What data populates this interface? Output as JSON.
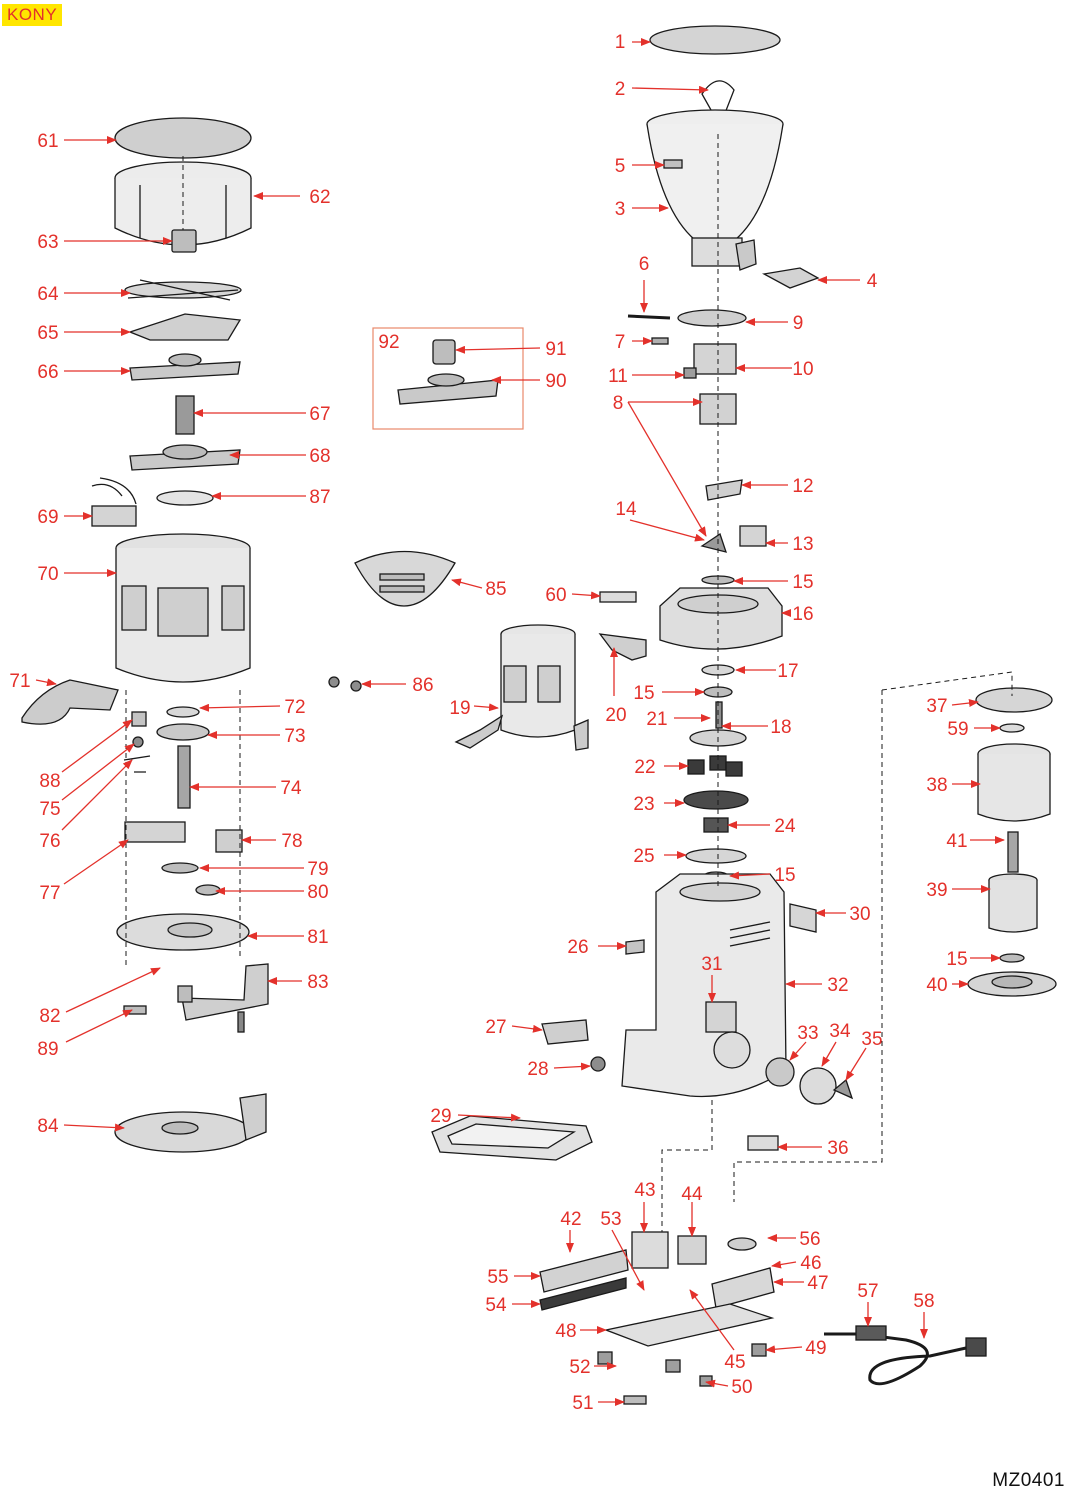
{
  "brand_label": "KONY",
  "drawing_code": "MZ0401",
  "colors": {
    "callout": "#e3312b",
    "line": "#1a1a1a",
    "fill": "#d9d9d9",
    "inset_border": "#e8896a"
  },
  "callouts": [
    "1",
    "2",
    "3",
    "4",
    "5",
    "6",
    "7",
    "8",
    "9",
    "10",
    "11",
    "12",
    "13",
    "14",
    "15",
    "15",
    "15",
    "15",
    "16",
    "17",
    "18",
    "19",
    "20",
    "21",
    "22",
    "23",
    "24",
    "25",
    "26",
    "27",
    "28",
    "29",
    "30",
    "31",
    "32",
    "33",
    "34",
    "35",
    "36",
    "37",
    "38",
    "39",
    "40",
    "41",
    "42",
    "43",
    "44",
    "45",
    "46",
    "47",
    "48",
    "49",
    "50",
    "51",
    "52",
    "53",
    "54",
    "55",
    "56",
    "57",
    "58",
    "59",
    "60",
    "61",
    "62",
    "63",
    "64",
    "65",
    "66",
    "67",
    "68",
    "69",
    "70",
    "71",
    "72",
    "73",
    "74",
    "75",
    "76",
    "77",
    "78",
    "79",
    "80",
    "81",
    "82",
    "83",
    "84",
    "85",
    "86",
    "87",
    "88",
    "89",
    "90",
    "91",
    "92"
  ]
}
